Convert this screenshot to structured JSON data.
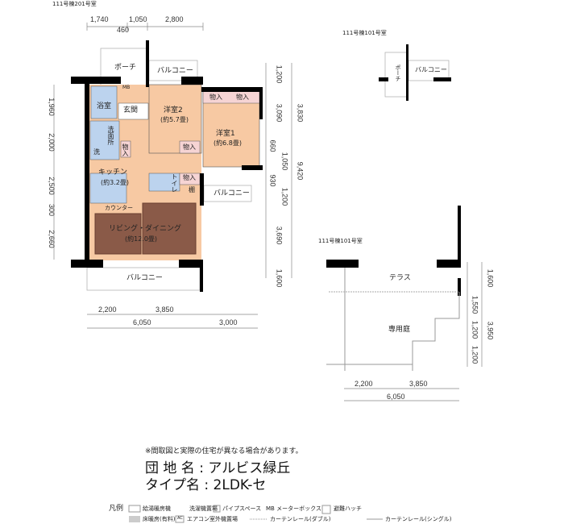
{
  "unit_label_main": "111号棟201号室",
  "unit_label_small": "111号棟101号室",
  "unit_label_garden": "111号棟101号室",
  "rooms": {
    "porch": "ポーチ",
    "balcony_top": "バルコニー",
    "bath": "浴室",
    "entrance": "玄関",
    "western2": "洋室2",
    "western2_size": "(約5.7畳)",
    "western1": "洋室1",
    "western1_size": "(約6.8畳)",
    "closet": "物入",
    "washroom": "洗面所",
    "washer": "洗",
    "mb": "MB",
    "kitchen": "キッチン",
    "kitchen_size": "(約3.2畳)",
    "toilet": "トイレ",
    "shelf": "棚",
    "counter": "カウンター",
    "living": "リビング・ダイニング",
    "living_size": "(約12.0畳)",
    "balcony_right": "バルコニー",
    "balcony_bottom": "バルコニー",
    "small_porch": "ポーチ",
    "small_balcony": "バルコニー",
    "terrace": "テラス",
    "garden": "専用庭"
  },
  "dims": {
    "top": [
      "1,740",
      "1,050",
      "2,800"
    ],
    "top_sub": "460",
    "left": [
      "1,960",
      "2,000",
      "2,500",
      "300",
      "2,660"
    ],
    "right": [
      "1,200",
      "3,090",
      "660",
      "1,050",
      "930",
      "1,200",
      "3,690",
      "1,600"
    ],
    "right_total_a": "3,830",
    "right_total_b": "9,420",
    "bottom": [
      "2,200",
      "3,850"
    ],
    "bottom_total": [
      "6,050",
      "3,000"
    ],
    "garden_bottom": [
      "2,200",
      "3,850"
    ],
    "garden_total": "6,050",
    "garden_right": [
      "1,600",
      "1,550",
      "1,200",
      "1,200"
    ],
    "garden_right_total": "3,950"
  },
  "notice": "※間取図と実際の住宅が異なる場合があります。",
  "estate": {
    "label": "団 地 名",
    "value": "アルビス緑丘"
  },
  "type": {
    "label": "タイプ名",
    "value": "2LDK-セ"
  },
  "legend": {
    "title": "凡例",
    "items": [
      "給湯暖房機",
      "洗濯機置場",
      "パイプスペース",
      "MB メーターボックス",
      "避難ハッチ",
      "床暖房(有料)",
      "エアコン室外機置場",
      "カーテンレール(ダブル)",
      "カーテンレール(シングル)"
    ],
    "ac": "AC"
  },
  "colors": {
    "room": "#f7c9a3",
    "wet": "#bcd3ee",
    "rug": "#8a5a48",
    "closet": "#f6d4d4",
    "wall": "#000000"
  }
}
